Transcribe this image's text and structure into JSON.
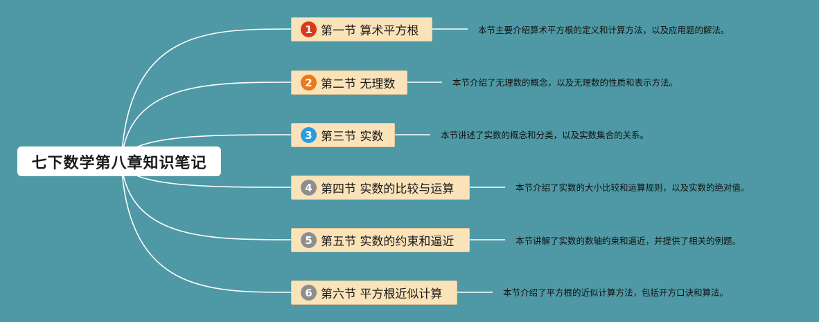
{
  "root": {
    "title": "七下数学第八章知识笔记"
  },
  "colors": {
    "background": "#4e99a5",
    "node_fill": "#fbe3b9",
    "connector": "#ffffff"
  },
  "sections": [
    {
      "num": "1",
      "title": "第一节 算术平方根",
      "desc": "本节主要介绍算术平方根的定义和计算方法，以及应用题的解法。",
      "badge_color": "#d83a1e"
    },
    {
      "num": "2",
      "title": "第二节 无理数",
      "desc": "本节介绍了无理数的概念，以及无理数的性质和表示方法。",
      "badge_color": "#e8791c"
    },
    {
      "num": "3",
      "title": "第三节 实数",
      "desc": "本节讲述了实数的概念和分类，以及实数集合的关系。",
      "badge_color": "#2a9de0"
    },
    {
      "num": "4",
      "title": "第四节 实数的比较与运算",
      "desc": "本节介绍了实数的大小比较和运算规则，以及实数的绝对值。",
      "badge_color": "#8e8e8e"
    },
    {
      "num": "5",
      "title": "第五节 实数的约束和逼近",
      "desc": "本节讲解了实数的数轴约束和逼近，并提供了相关的例题。",
      "badge_color": "#8e8e8e"
    },
    {
      "num": "6",
      "title": "第六节 平方根近似计算",
      "desc": "本节介绍了平方根的近似计算方法，包括开方口诀和算法。",
      "badge_color": "#8e8e8e"
    }
  ]
}
